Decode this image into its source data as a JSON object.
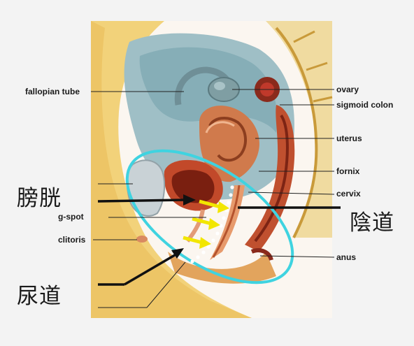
{
  "labels": {
    "fallopian_tube": "fallopian tube",
    "ovary": "ovary",
    "sigmoid_colon": "sigmoid colon",
    "uterus": "uterus",
    "fornix": "fornix",
    "cervix": "cervix",
    "g_spot": "g-spot",
    "clitoris": "clitoris",
    "anus": "anus"
  },
  "annotations": {
    "bladder": "膀胱",
    "vagina": "陰道",
    "urethra": "尿道"
  },
  "colors": {
    "background": "#f3f3f3",
    "highlight_ellipse": "#3fd3e0",
    "arrow_yellow": "#f2e600",
    "leader_line": "#222222",
    "dots": "#ffffff"
  }
}
